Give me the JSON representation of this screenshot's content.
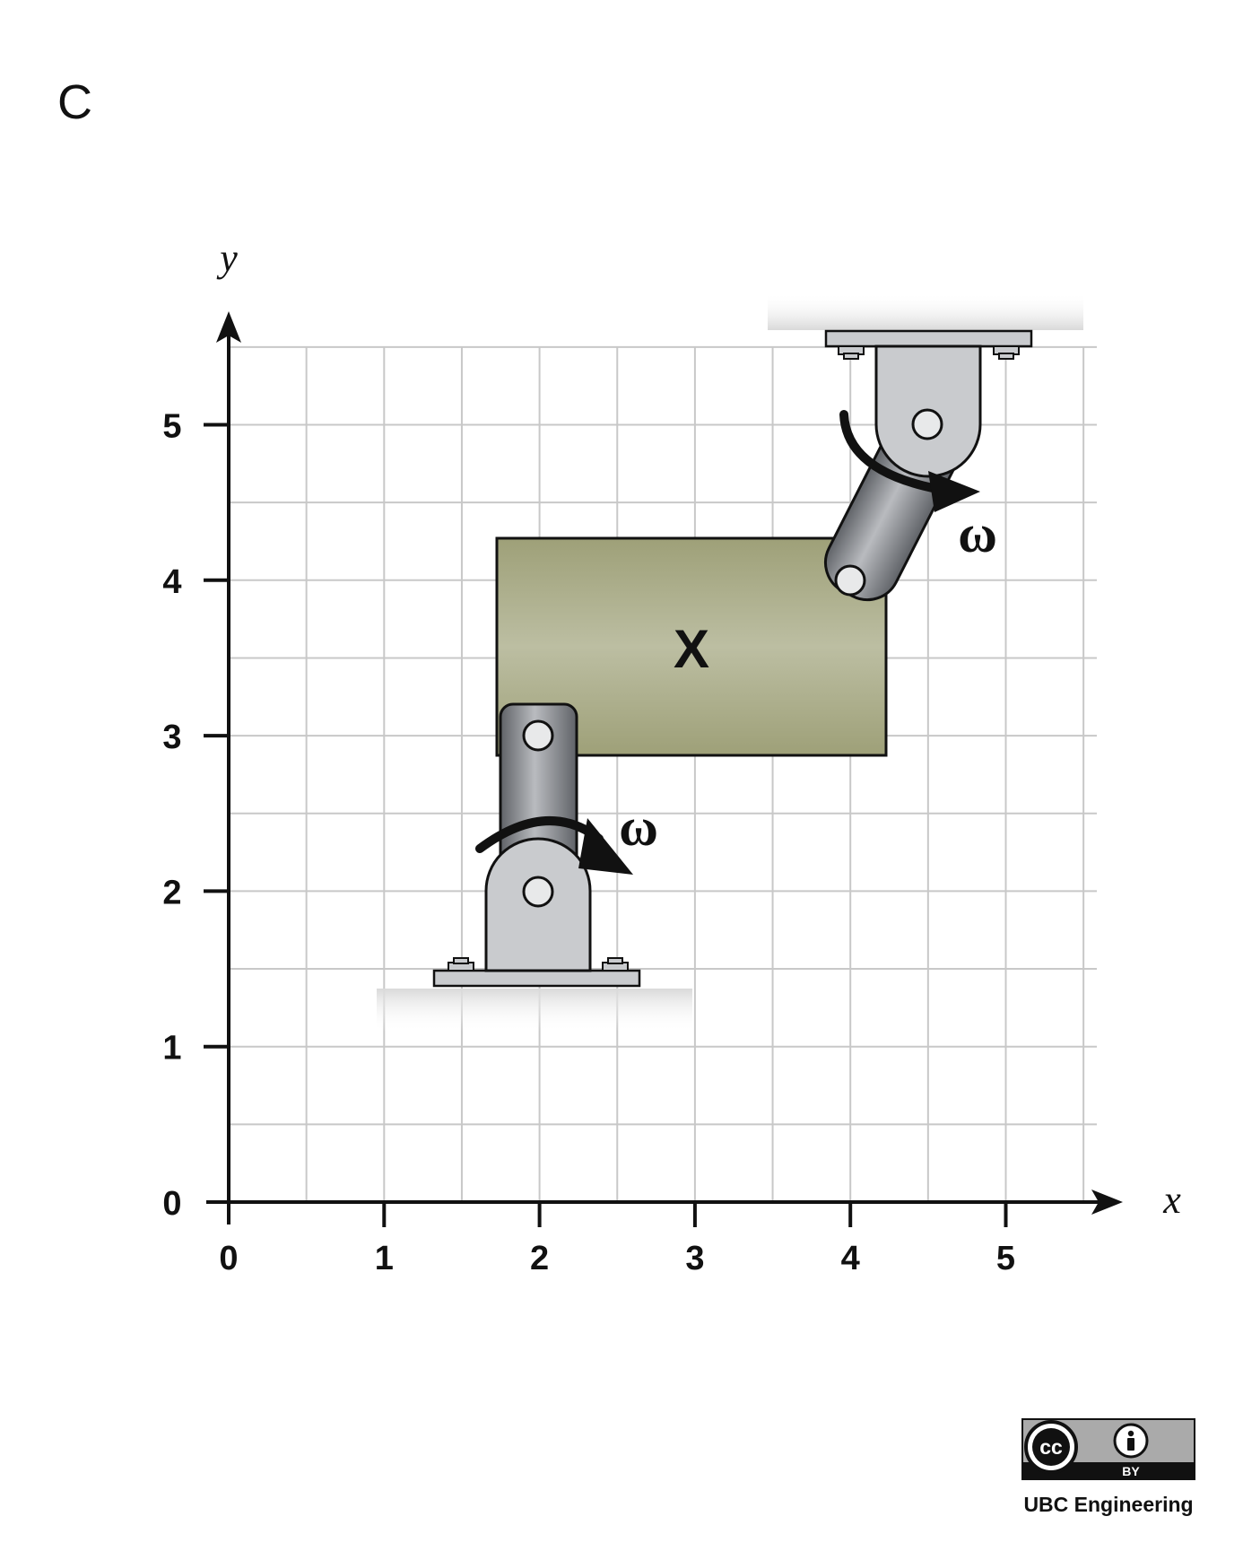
{
  "panel_label": "C",
  "axes": {
    "x_label": "x",
    "y_label": "y",
    "x_ticks": [
      "0",
      "1",
      "2",
      "3",
      "4",
      "5"
    ],
    "y_ticks": [
      "0",
      "1",
      "2",
      "3",
      "4",
      "5"
    ],
    "grid_step": 0.5,
    "grid": true
  },
  "body": {
    "label": "X",
    "color": "#a7aa87"
  },
  "links": {
    "lower_link": {
      "pin_a": [
        2,
        2
      ],
      "pin_b": [
        2,
        3
      ],
      "rotation_label": "ω"
    },
    "upper_link": {
      "pin_a": [
        4.5,
        5
      ],
      "pin_b": [
        4,
        4
      ],
      "rotation_label": "ω"
    }
  },
  "license": {
    "cc_text": "cc",
    "by_text": "BY",
    "credit": "UBC Engineering"
  },
  "colors": {
    "grid": "#c8c8c8",
    "axis": "#111111",
    "link_metal": "#9a9da2",
    "bracket": "#c9cbce",
    "badge_bg": "#aaaaaa"
  }
}
